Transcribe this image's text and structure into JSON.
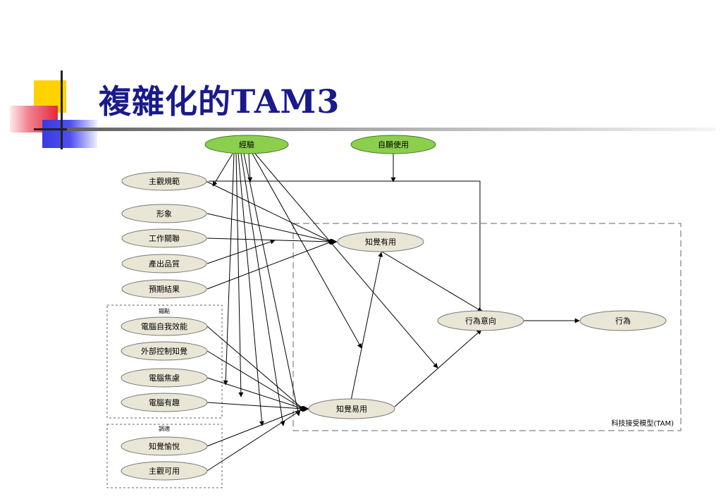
{
  "slide": {
    "title": "複雜化的TAM3"
  },
  "diagram": {
    "nodes": {
      "experience": "經驗",
      "voluntariness": "自願使用",
      "subjective_norm": "主觀規範",
      "image": "形象",
      "job_relevance": "工作關聯",
      "output_quality": "產出品質",
      "result_demonstrability": "預期結果",
      "computer_self_efficacy": "電腦自我效能",
      "external_control": "外部控制知覺",
      "computer_anxiety": "電腦焦慮",
      "computer_playfulness": "電腦有趣",
      "enjoyment": "知覺愉悅",
      "objective_usability": "主觀可用",
      "perceived_usefulness": "知覺有用",
      "perceived_ease": "知覺易用",
      "intention": "行為意向",
      "behavior": "行為"
    },
    "groups": {
      "anchor": "錨點",
      "adjustment": "調適",
      "tam": "科技接受模型(TAM)"
    }
  },
  "colors": {
    "title": "#1a1a8c",
    "node_fill": "#e9e6d6",
    "green_node_fill": "#8ccf4d",
    "deco_yellow": "#ffd200",
    "deco_red": "#e8283a",
    "deco_blue": "#3a3ae0"
  }
}
